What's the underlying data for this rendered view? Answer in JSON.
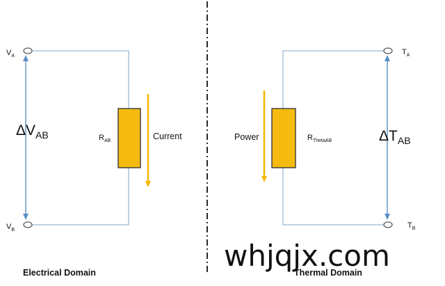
{
  "colors": {
    "wire": "#7fa4c8",
    "arrow": "#5a8fc6",
    "resistor_fill": "#f5bb11",
    "resistor_stroke": "#3a3a3a",
    "flow_arrow": "#f5b800",
    "divider": "#111111",
    "text": "#111111"
  },
  "electrical": {
    "domain_label": "Electrical Domain",
    "node_a": {
      "main": "V",
      "sub": "A"
    },
    "node_b": {
      "main": "V",
      "sub": "B"
    },
    "potential_difference": {
      "main": "ΔV",
      "sub": "AB"
    },
    "resistor": {
      "main": "R",
      "sub": "AB"
    },
    "flow_label": "Current"
  },
  "thermal": {
    "domain_label": "Thermal Domain",
    "node_a": {
      "main": "T",
      "sub": "A"
    },
    "node_b": {
      "main": "T",
      "sub": "B"
    },
    "potential_difference": {
      "main": "ΔT",
      "sub": "AB"
    },
    "resistor": {
      "main": "R",
      "sub": "ThetaAB"
    },
    "flow_label": "Power"
  },
  "watermark": "whjqjx.com"
}
